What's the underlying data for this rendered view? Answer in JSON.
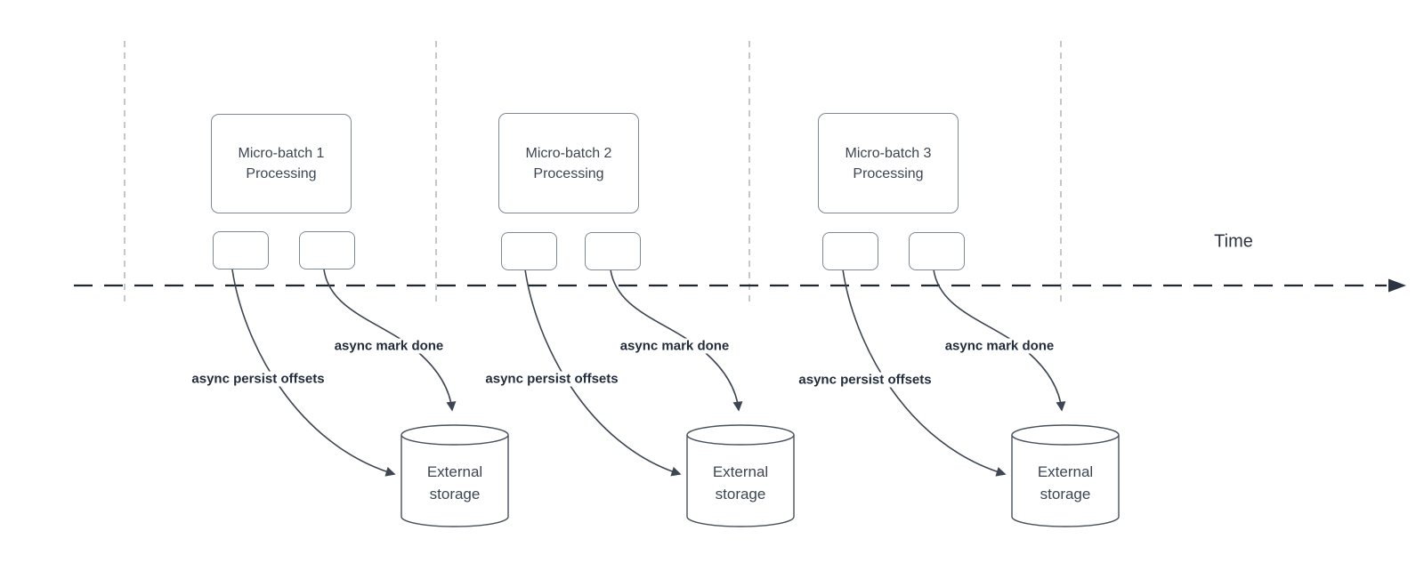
{
  "time_axis": {
    "label": "Time"
  },
  "groups": [
    {
      "title": "Micro-batch 1\nProcessing",
      "persist_label": "async persist offsets",
      "mark_done_label": "async mark done",
      "storage": "External\nstorage"
    },
    {
      "title": "Micro-batch 2\nProcessing",
      "persist_label": "async persist offsets",
      "mark_done_label": "async mark done",
      "storage": "External\nstorage"
    },
    {
      "title": "Micro-batch 3\nProcessing",
      "persist_label": "async persist offsets",
      "mark_done_label": "async mark done",
      "storage": "External\nstorage"
    }
  ],
  "colors": {
    "node_border": "#7e8893",
    "edge_stroke": "#3d4652",
    "timeline_stroke": "#20262f",
    "gridline_stroke": "#b5babf",
    "text_dark": "#222c3c"
  }
}
